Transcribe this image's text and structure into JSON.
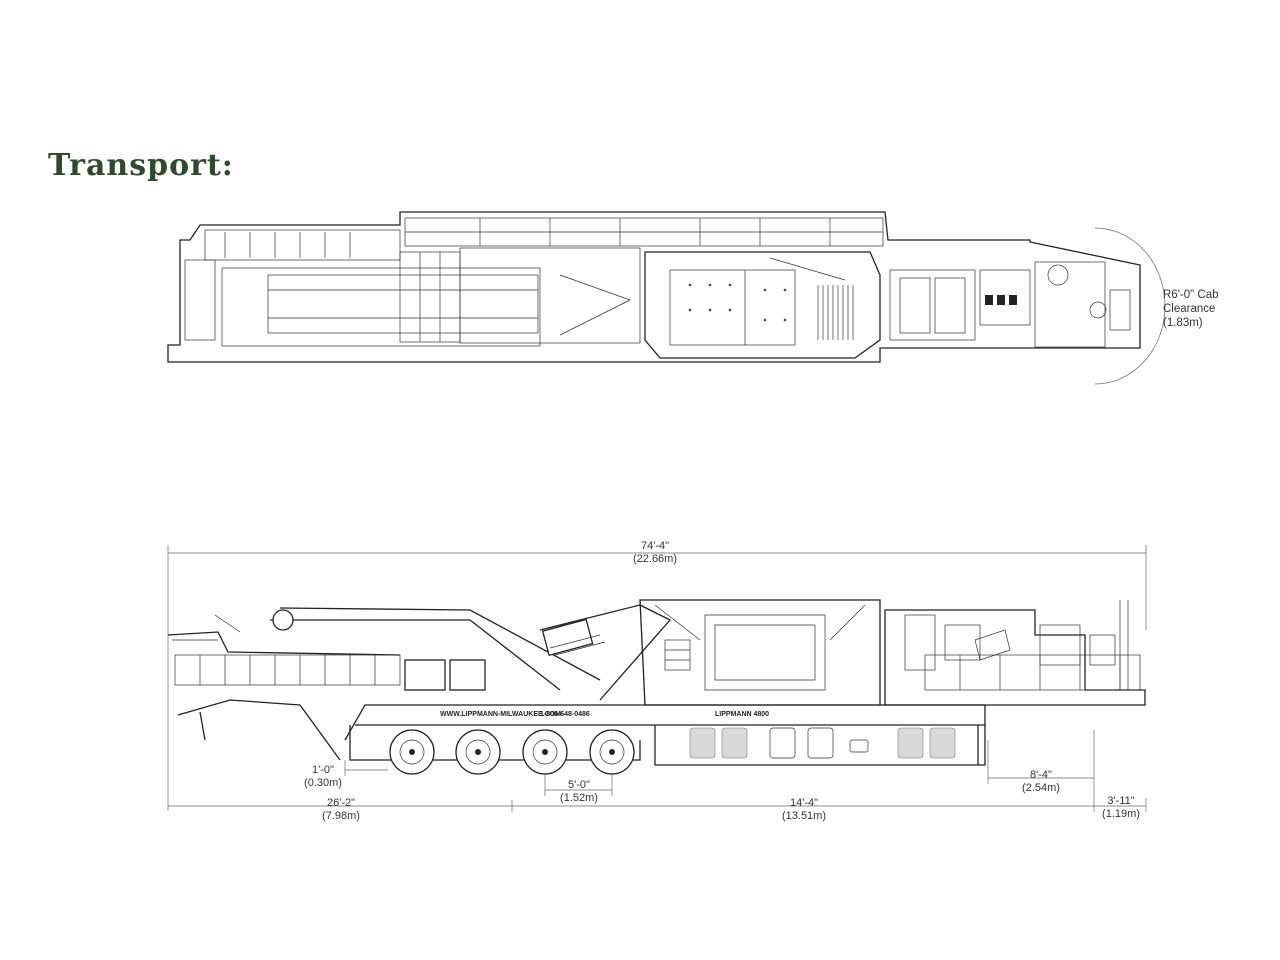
{
  "title": "Transport:",
  "cab_clearance": {
    "line1": "R6'-0\" Cab",
    "line2": "Clearance",
    "line3": "(1.83m)"
  },
  "dimensions": {
    "overall_length": {
      "imperial": "74'-4\"",
      "metric": "(22.66m)"
    },
    "rear_overhang": {
      "imperial": "26'-2\"",
      "metric": "(7.98m)"
    },
    "ground_clearance": {
      "imperial": "1'-0\"",
      "metric": "(0.30m)"
    },
    "axle_spacing": {
      "imperial": "5'-0\"",
      "metric": "(1.52m)"
    },
    "wheelbase": {
      "imperial": "14'-4\"",
      "metric": "(13.51m)"
    },
    "kingpin_setback": {
      "imperial": "8'-4\"",
      "metric": "(2.54m)"
    },
    "front_overhang": {
      "imperial": "3'-11\"",
      "metric": "(1.19m)"
    }
  },
  "machine_label": "LIPPMANN 4800",
  "frame_label": "WWW.LIPPMANN-MILWAUKEE.COM",
  "phone_label": "1-800-648-0486"
}
